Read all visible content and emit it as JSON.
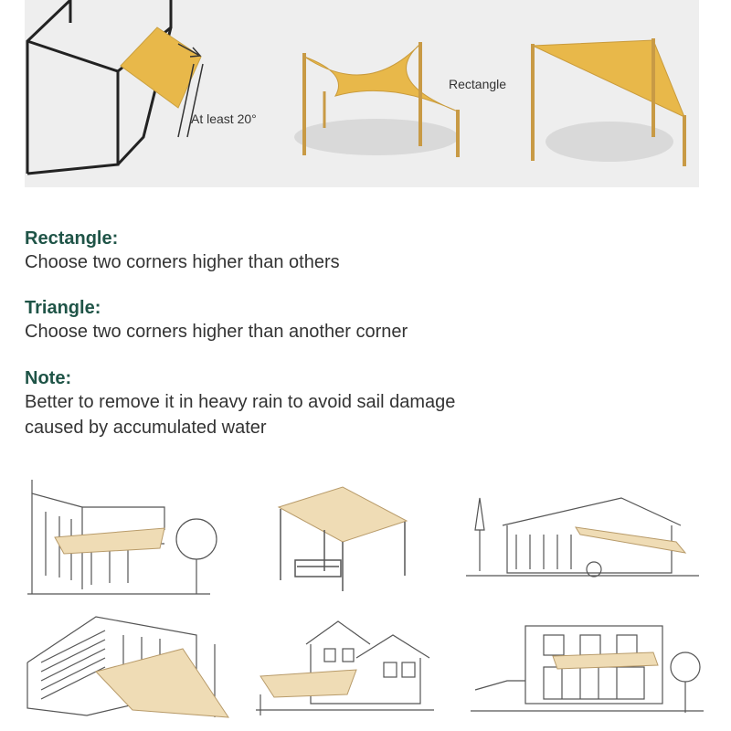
{
  "diagram": {
    "angle_label": "At least 20°",
    "rectangle_label": "Rectangle",
    "sail_color": "#e8b84a",
    "post_color": "#c89a45"
  },
  "instructions": {
    "rectangle": {
      "heading": "Rectangle:",
      "text": "Choose two corners higher than others"
    },
    "triangle": {
      "heading": "Triangle:",
      "text": "Choose two corners higher than another corner"
    },
    "note": {
      "heading": "Note:",
      "line1": "Better to remove it in heavy rain to avoid sail damage",
      "line2": "caused by accumulated water"
    }
  },
  "colors": {
    "heading": "#1f5447",
    "body": "#333333",
    "scene_sail": "#efdcb5"
  }
}
